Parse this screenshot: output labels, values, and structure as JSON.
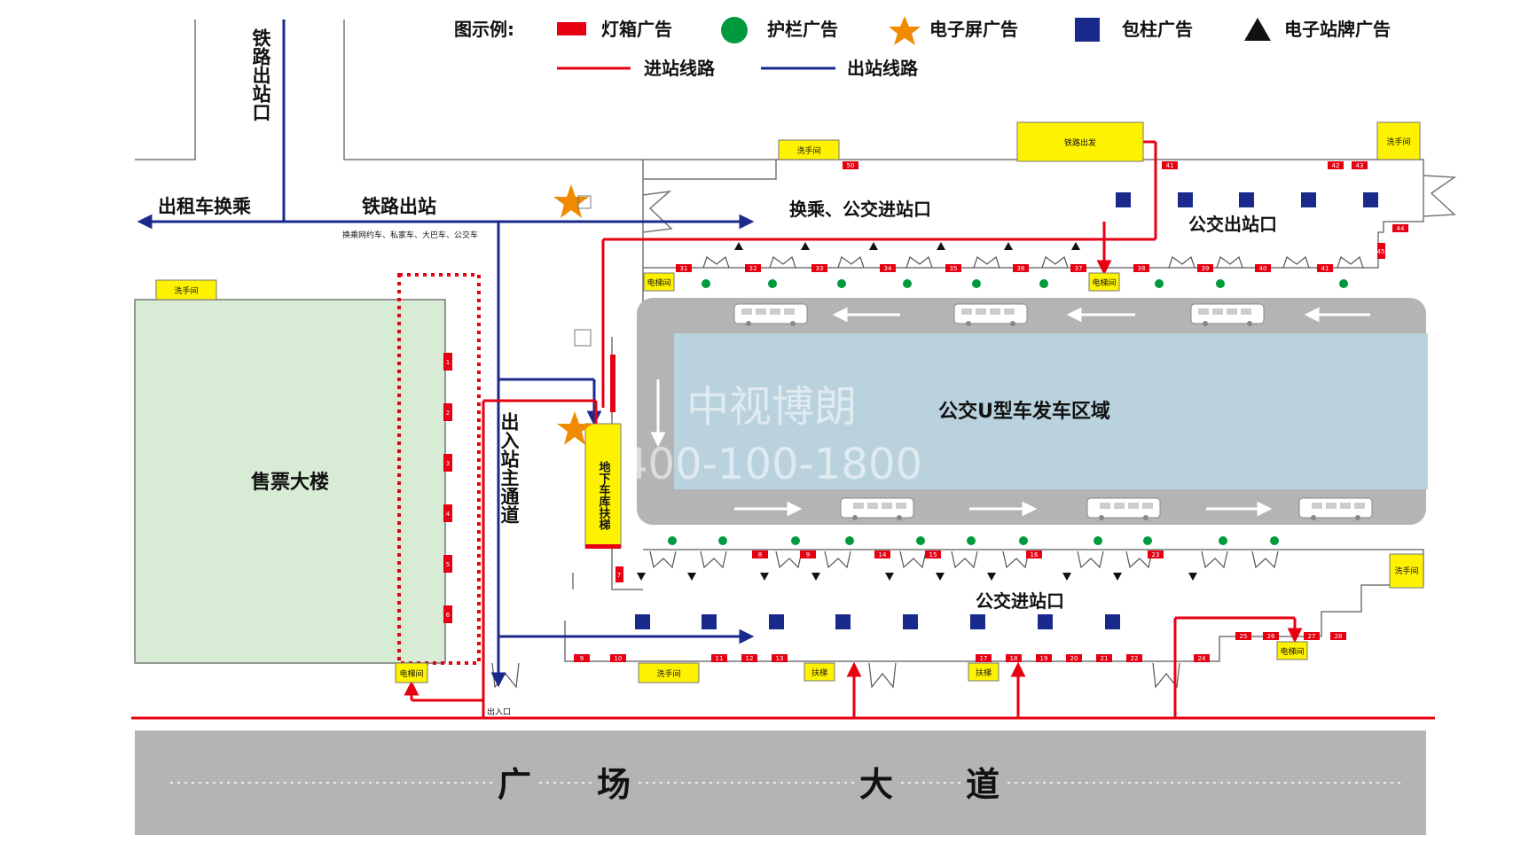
{
  "legend": {
    "title": "图示例:",
    "items": [
      {
        "label": "灯箱广告",
        "symbol": "red-rect",
        "color": "#e60012"
      },
      {
        "label": "护栏广告",
        "symbol": "green-circle",
        "color": "#009a3e"
      },
      {
        "label": "电子屏广告",
        "symbol": "orange-star",
        "color": "#f08a00"
      },
      {
        "label": "包柱广告",
        "symbol": "navy-square",
        "color": "#1a2a8c"
      },
      {
        "label": "电子站牌广告",
        "symbol": "black-triangle",
        "color": "#111111"
      }
    ],
    "lines": [
      {
        "label": "进站线路",
        "color": "#e60012"
      },
      {
        "label": "出站线路",
        "color": "#1a2a8c"
      }
    ]
  },
  "labels": {
    "railway_exit_vertical": "铁路出站口",
    "taxi_transfer": "出租车换乘",
    "railway_exit": "铁路出站",
    "railway_exit_sub": "换乘网约车、私家车、大巴车、公交车",
    "transfer_bus_entry": "换乘、公交进站口",
    "railway_departure": "铁路出发",
    "bus_exit": "公交出站口",
    "ticket_building": "售票大楼",
    "main_passage": "出入站主通道",
    "garage_escalator": "地下车库扶梯",
    "u_zone": "公交U型车发车区域",
    "bus_entry": "公交进站口",
    "entrance": "出入口",
    "square_road": [
      "广",
      "场",
      "大",
      "道"
    ],
    "watermark_name": "中视博朗",
    "watermark_phone": "400-100-1800"
  },
  "facilities": {
    "restroom": "洗手间",
    "elevator": "电梯间",
    "escalator": "扶梯"
  },
  "ad_numbers": {
    "vertical_1_6": [
      "1",
      "2",
      "3",
      "4",
      "5",
      "6"
    ],
    "top_row": [
      "31",
      "32",
      "33",
      "34",
      "35",
      "36",
      "37",
      "38",
      "39",
      "40",
      "41"
    ],
    "top_upper": [
      "50",
      "41",
      "42",
      "43"
    ],
    "bottom_upper": [
      "7",
      "8",
      "9",
      "14",
      "15",
      "16",
      "23",
      "25",
      "26",
      "27",
      "28"
    ],
    "bottom_lower": [
      "9",
      "10",
      "11",
      "12",
      "13",
      "17",
      "18",
      "19",
      "20",
      "21",
      "22",
      "24"
    ],
    "right_side": [
      "44",
      "45"
    ]
  },
  "colors": {
    "red": "#e60012",
    "blue": "#1a2a8c",
    "green": "#009a3e",
    "orange": "#f08a00",
    "yellow": "#fff200",
    "ticket_fill": "#d7ebd5",
    "u_zone_fill": "#b9d2de",
    "road_gray": "#b4b4b4"
  }
}
